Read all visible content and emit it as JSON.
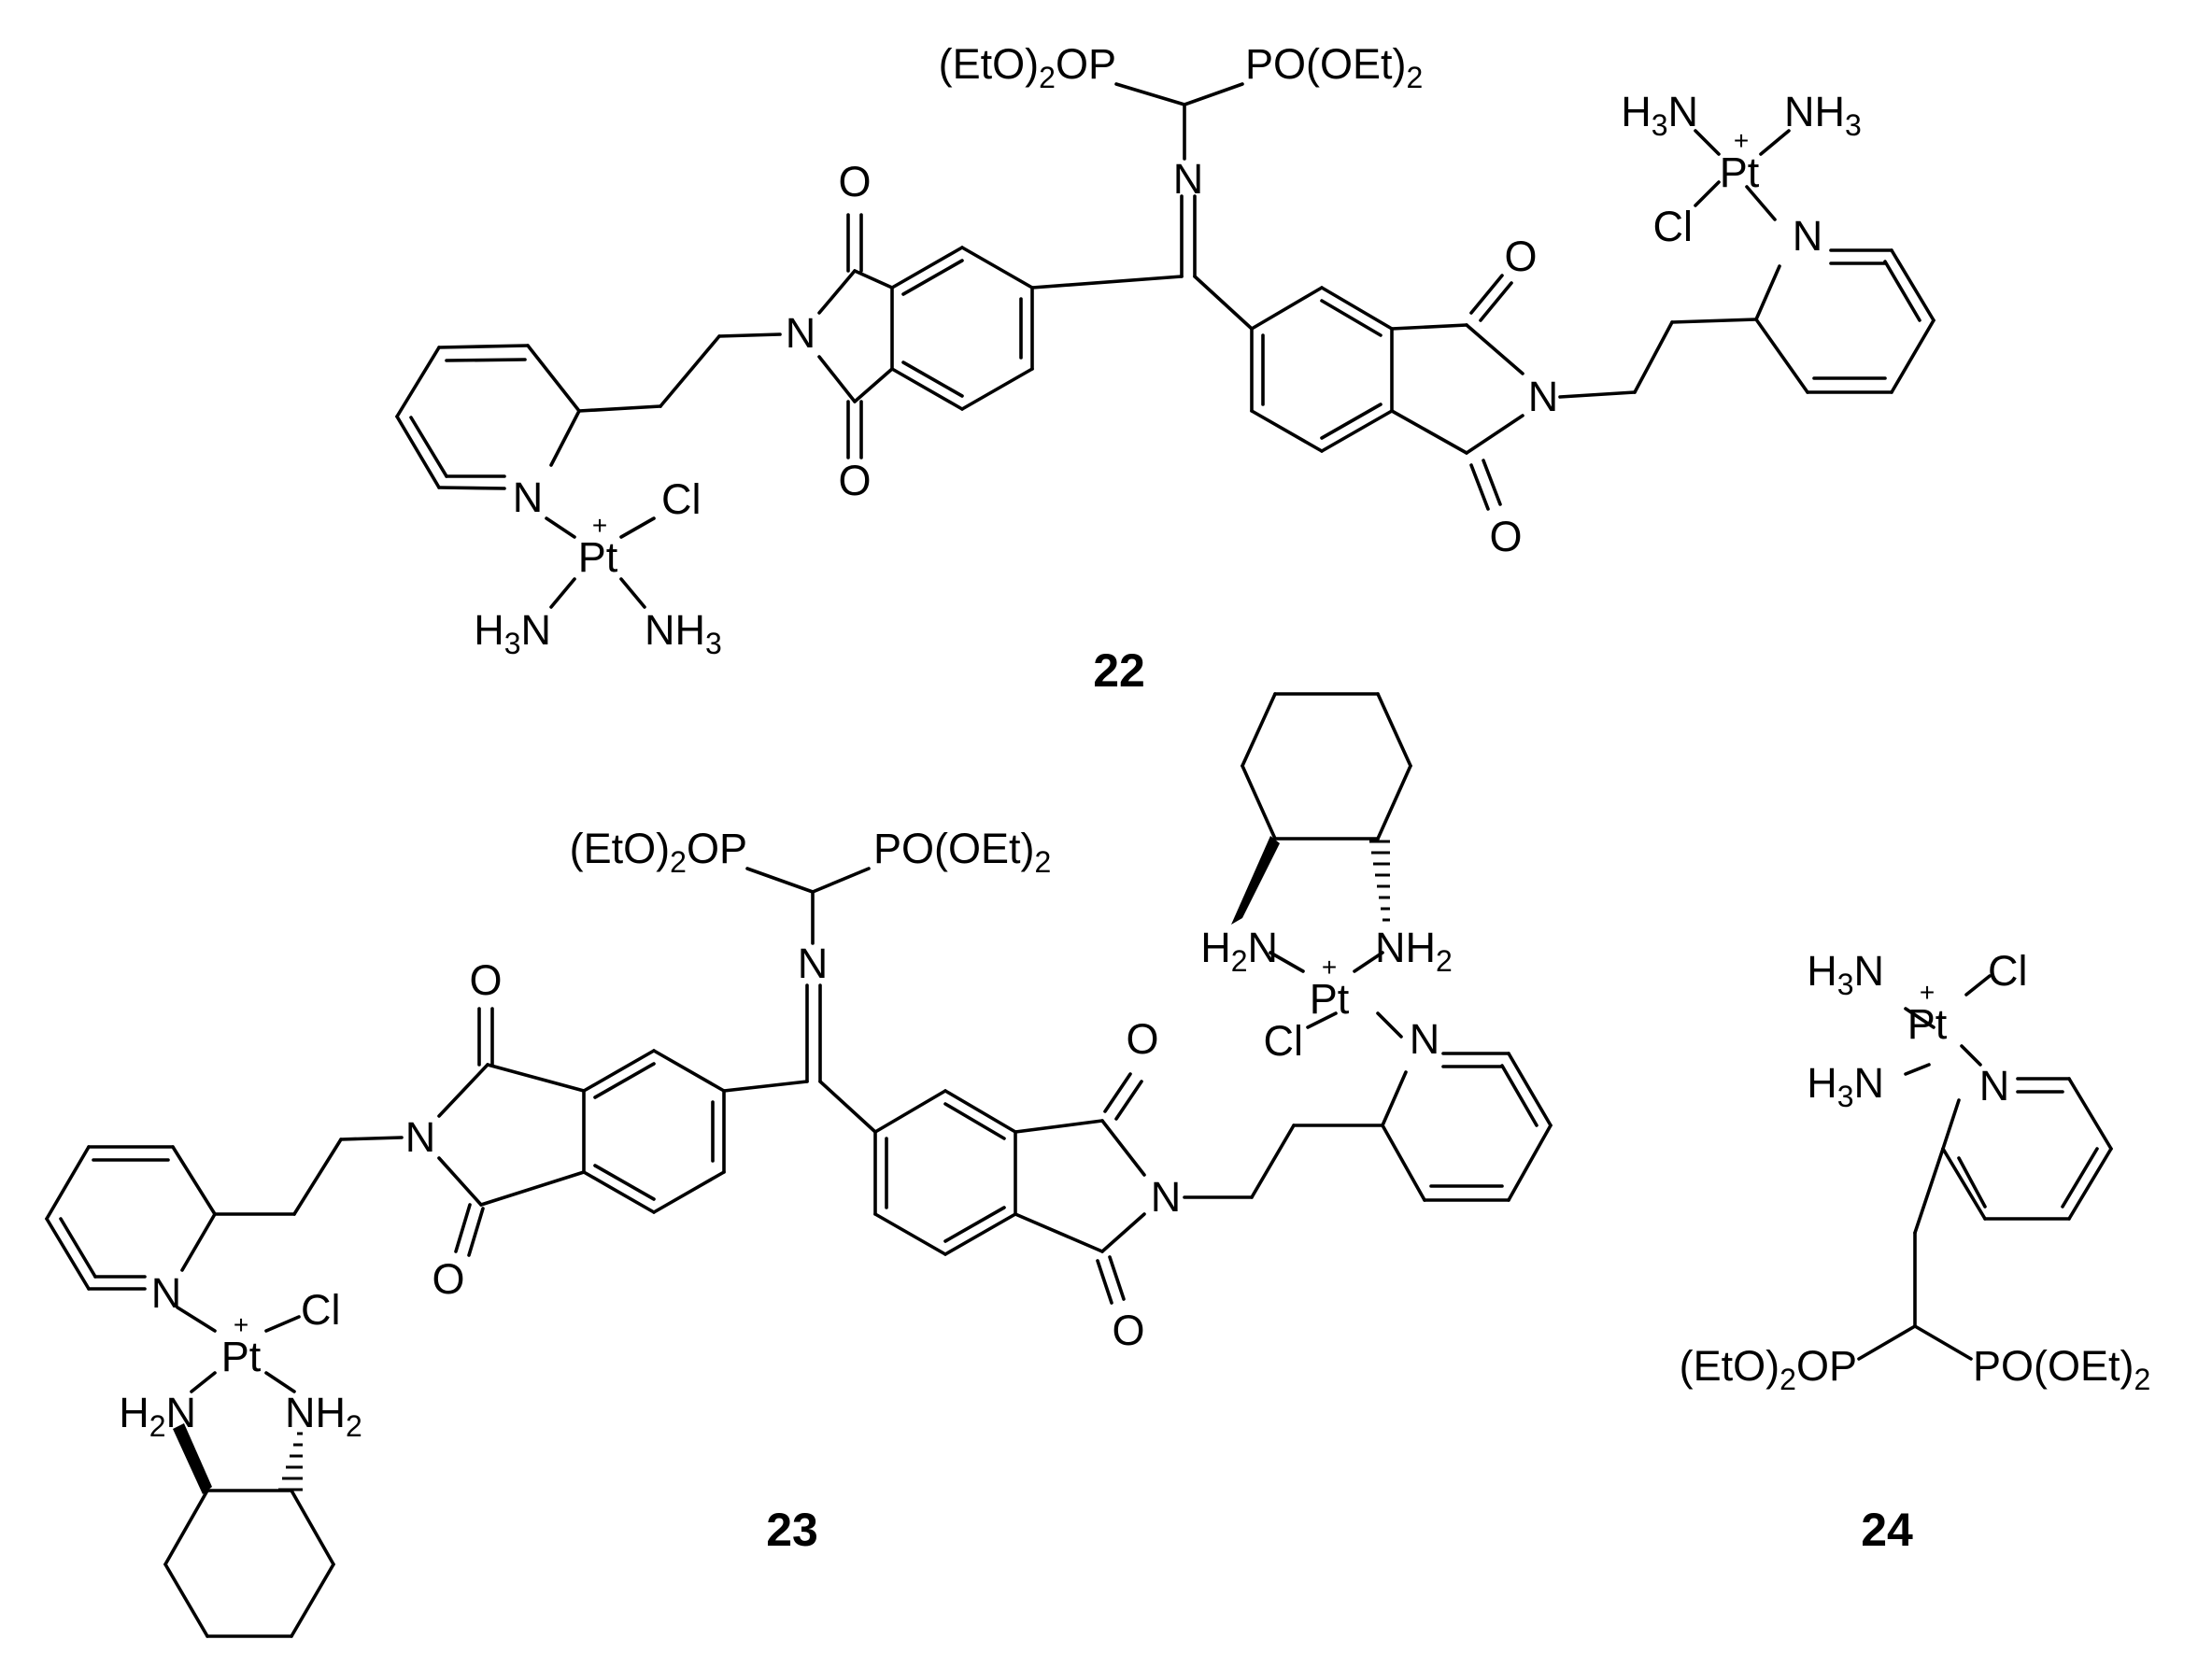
{
  "compounds": {
    "c22": {
      "id": "22",
      "phosphonate_left": "(EtO)2OP",
      "phosphonate_right": "PO(OEt)2",
      "imine_n": "N",
      "left_pt": {
        "metal": "Pt",
        "charge": "+",
        "cl": "Cl",
        "amine_1": "H3N",
        "amine_2": "NH3",
        "pyridine_n": "N"
      },
      "right_pt": {
        "metal": "Pt",
        "charge": "+",
        "cl": "Cl",
        "amine_1": "H3N",
        "amine_2": "NH3",
        "pyridine_n": "N"
      },
      "imide_left": {
        "n": "N",
        "o_top": "O",
        "o_bottom": "O"
      },
      "imide_right": {
        "n": "N",
        "o_top": "O",
        "o_bottom": "O"
      }
    },
    "c23": {
      "id": "23",
      "phosphonate_left": "(EtO)2OP",
      "phosphonate_right": "PO(OEt)2",
      "imine_n": "N",
      "left_pt": {
        "metal": "Pt",
        "charge": "+",
        "cl": "Cl",
        "amine_1": "H2N",
        "amine_2": "NH2",
        "pyridine_n": "N"
      },
      "right_pt": {
        "metal": "Pt",
        "charge": "+",
        "cl": "Cl",
        "amine_1": "H2N",
        "amine_2": "NH2",
        "pyridine_n": "N"
      },
      "imide_left": {
        "n": "N",
        "o_top": "O",
        "o_bottom": "O"
      },
      "imide_right": {
        "n": "N",
        "o_top": "O",
        "o_bottom": "O"
      }
    },
    "c24": {
      "id": "24",
      "phosphonate_left": "(EtO)2OP",
      "phosphonate_right": "PO(OEt)2",
      "pt": {
        "metal": "Pt",
        "charge": "+",
        "cl": "Cl",
        "amine_1": "H3N",
        "amine_2": "H3N",
        "pyridine_n": "N"
      }
    }
  }
}
